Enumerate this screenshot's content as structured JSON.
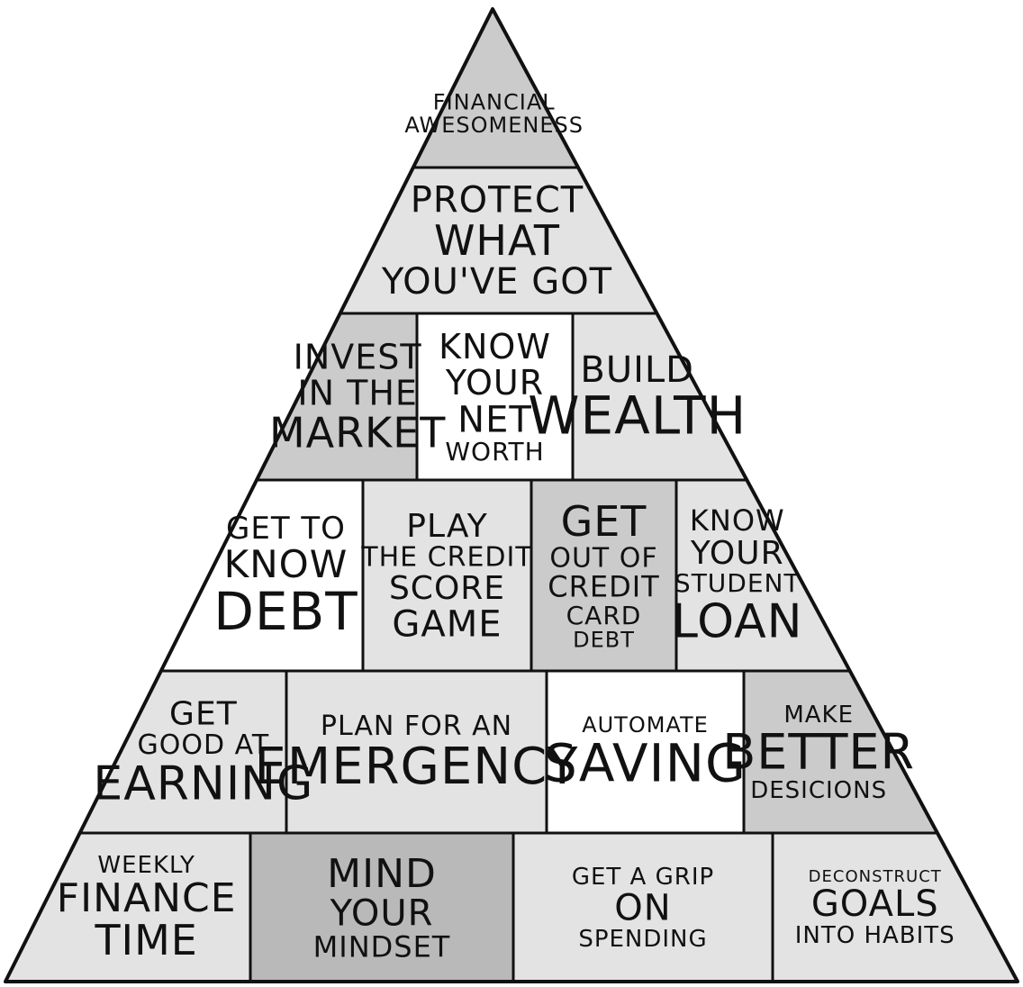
{
  "colors": {
    "light": "#e3e3e3",
    "medium": "#cbcbcb",
    "dark": "#b9b9b9",
    "white": "#ffffff",
    "ink": "#111111"
  },
  "rows": [
    {
      "cells": [
        {
          "shade": "medium",
          "lines": [
            "FINANCIAL",
            "AWESOMENESS"
          ]
        }
      ]
    },
    {
      "cells": [
        {
          "shade": "light",
          "lines": [
            "PROTECT",
            "WHAT",
            "YOU'VE GOT"
          ]
        }
      ]
    },
    {
      "cells": [
        {
          "shade": "medium",
          "lines": [
            "INVEST",
            "IN THE",
            "MARKET"
          ]
        },
        {
          "shade": "white",
          "lines": [
            "KNOW",
            "YOUR",
            "NET",
            "WORTH"
          ]
        },
        {
          "shade": "light",
          "lines": [
            "BUILD",
            "WEALTH"
          ]
        }
      ]
    },
    {
      "cells": [
        {
          "shade": "white",
          "lines": [
            "GET TO",
            "KNOW",
            "DEBT"
          ]
        },
        {
          "shade": "light",
          "lines": [
            "PLAY",
            "THE CREDIT",
            "SCORE",
            "GAME"
          ]
        },
        {
          "shade": "medium",
          "lines": [
            "GET",
            "OUT OF",
            "CREDIT",
            "CARD",
            "DEBT"
          ]
        },
        {
          "shade": "light",
          "lines": [
            "KNOW",
            "YOUR",
            "STUDENT",
            "LOAN"
          ]
        }
      ]
    },
    {
      "cells": [
        {
          "shade": "light",
          "lines": [
            "GET",
            "GOOD AT",
            "EARNING"
          ]
        },
        {
          "shade": "light",
          "lines": [
            "PLAN FOR AN",
            "EMERGENCY"
          ]
        },
        {
          "shade": "white",
          "lines": [
            "AUTOMATE",
            "SAVING"
          ]
        },
        {
          "shade": "medium",
          "lines": [
            "MAKE",
            "BETTER",
            "DESICIONS"
          ]
        }
      ]
    },
    {
      "cells": [
        {
          "shade": "light",
          "lines": [
            "WEEKLY",
            "FINANCE",
            "TIME"
          ]
        },
        {
          "shade": "dark",
          "lines": [
            "MIND",
            "YOUR",
            "MINDSET"
          ]
        },
        {
          "shade": "light",
          "lines": [
            "GET A GRIP",
            "ON",
            "SPENDING"
          ]
        },
        {
          "shade": "light",
          "lines": [
            "DECONSTRUCT",
            "GOALS",
            "INTO HABITS"
          ]
        }
      ]
    }
  ]
}
